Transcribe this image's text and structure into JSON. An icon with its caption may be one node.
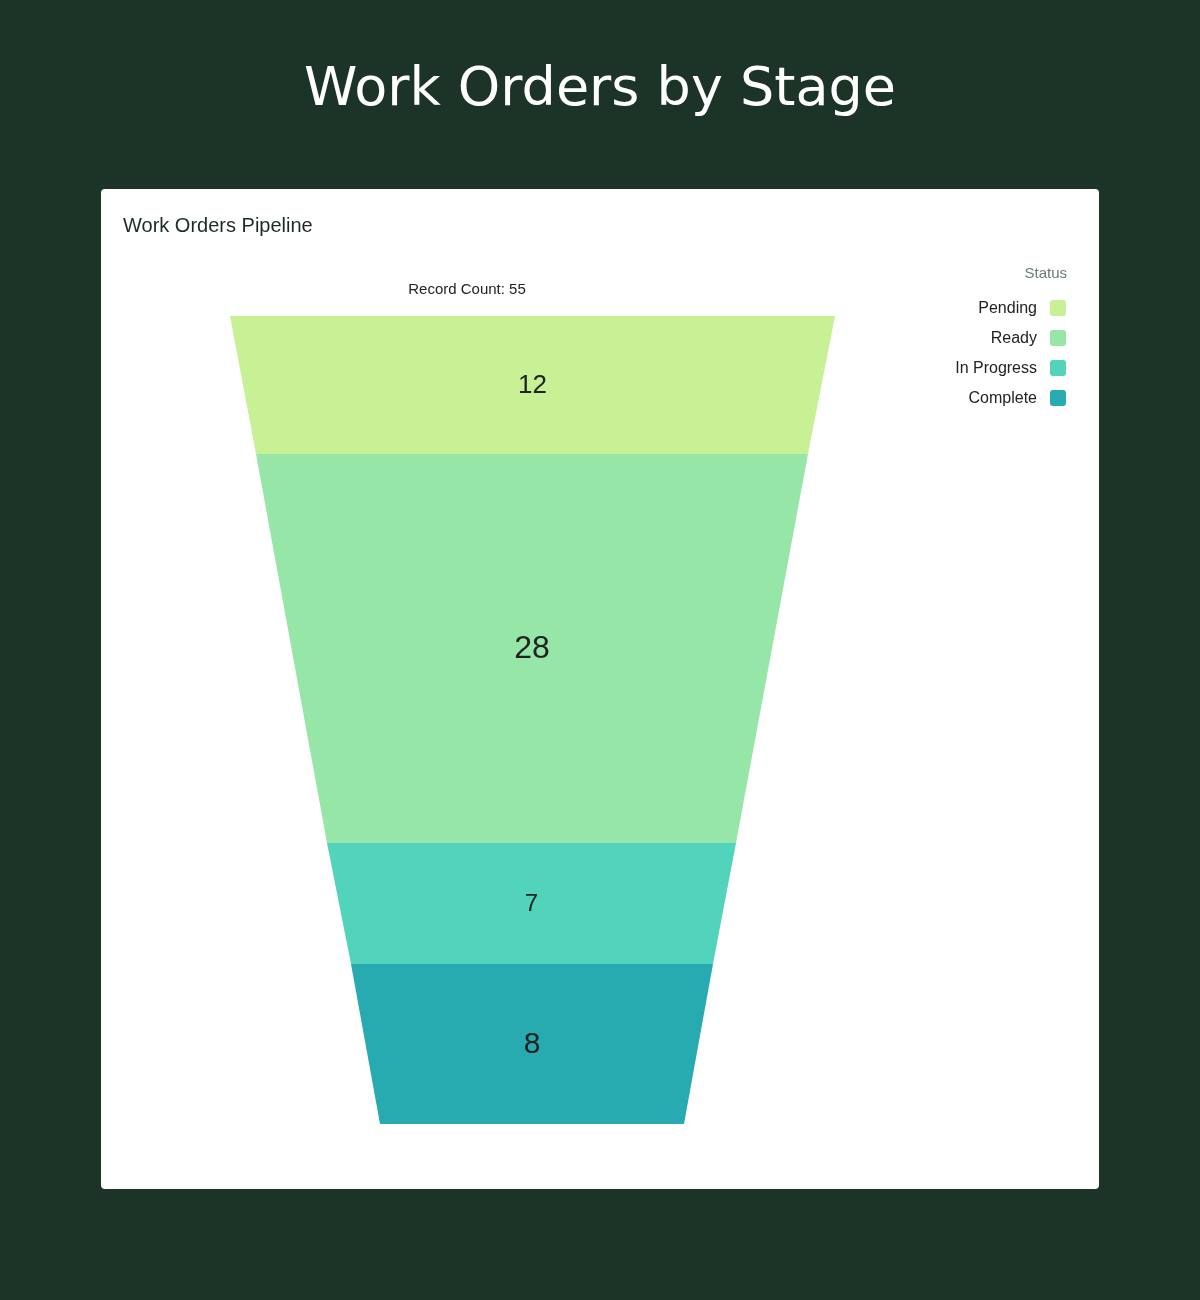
{
  "diagram": {
    "title": "Work Orders by Stage",
    "nodes": [
      {
        "text": [
          "Work Orders Pipeline"
        ]
      },
      {
        "text": [
          "12"
        ],
        "in": 0
      },
      {
        "text": [
          "28"
        ],
        "in": 0
      },
      {
        "text": [
          "7"
        ],
        "in": 0
      },
      {
        "text": [
          "8"
        ],
        "in": 0
      }
    ],
    "labels": [
      "Record Count: 55",
      "Status"
    ],
    "legend": [
      {
        "text": "Pending",
        "color": "#c8f095"
      },
      {
        "text": "Ready",
        "color": "#96e6a8"
      },
      {
        "text": "In Progress",
        "color": "#52d3bb"
      },
      {
        "text": "Complete",
        "color": "#27abb1"
      }
    ]
  }
}
